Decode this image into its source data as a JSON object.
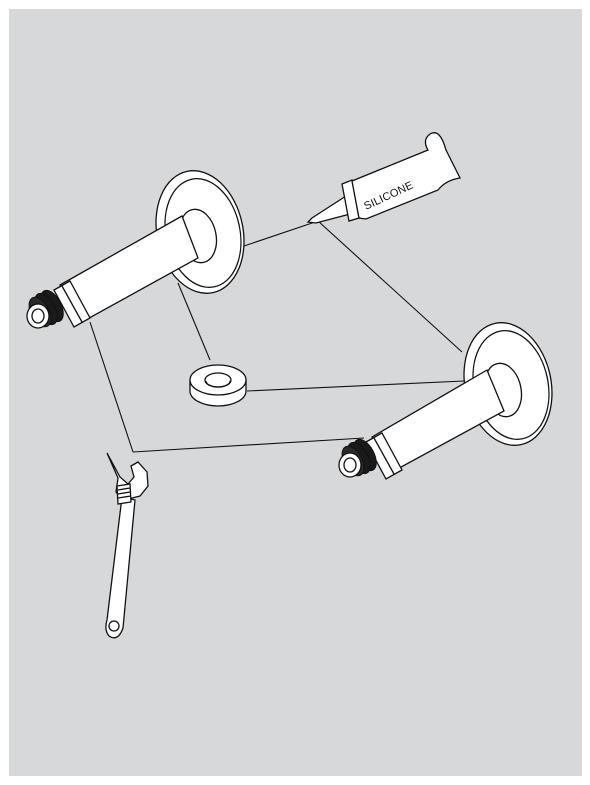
{
  "figure": {
    "parts": [
      "mounting-elbow-left",
      "mounting-elbow-right",
      "sealing-washer",
      "adjustable-wrench",
      "silicone-tube"
    ],
    "tube_label": "SILICONE",
    "colors": {
      "background": "#d7d8d9",
      "part_fill": "#ffffff",
      "outline": "#111111",
      "dark_fitting": "#1a1a1a"
    }
  }
}
